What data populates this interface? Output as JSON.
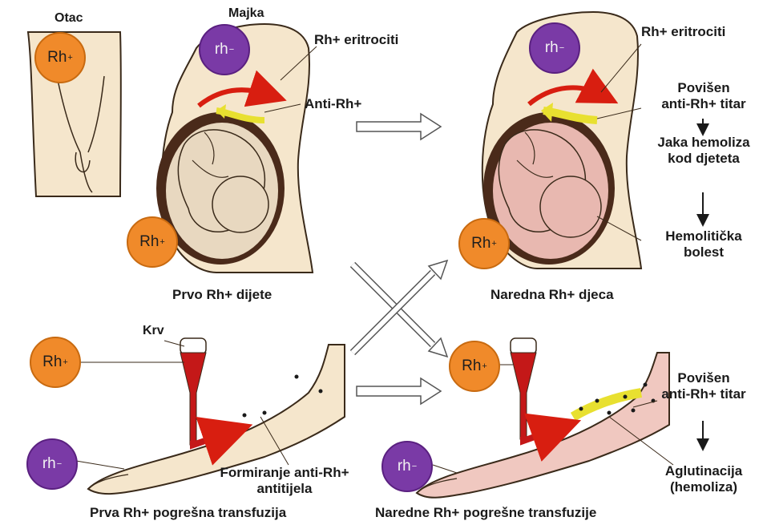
{
  "labels": {
    "father": "Otac",
    "mother": "Majka",
    "rh_pos_erythrocytes_1": "Rh+ eritrociti",
    "anti_rh": "Anti-Rh+",
    "first_child": "Prvo Rh+ dijete",
    "rh_pos_erythrocytes_2": "Rh+ eritrociti",
    "elevated_titer_1_l1": "Povišen",
    "elevated_titer_1_l2": "anti-Rh+ titar",
    "hemolysis_l1": "Jaka hemoliza",
    "hemolysis_l2": "kod djeteta",
    "hemolytic_l1": "Hemolitička",
    "hemolytic_l2": "bolest",
    "next_children": "Naredna Rh+ djeca",
    "blood": "Krv",
    "antibody_l1": "Formiranje anti-Rh+",
    "antibody_l2": "antitijela",
    "first_transfusion": "Prva Rh+ pogrešna transfuzija",
    "elevated_titer_2_l1": "Povišen",
    "elevated_titer_2_l2": "anti-Rh+ titar",
    "agglutination_l1": "Aglutinacija",
    "agglutination_l2": "(hemoliza)",
    "next_transfusions": "Naredne Rh+ pogrešne transfuzije"
  },
  "circles": {
    "rh_pos": "Rh",
    "rh_neg": "rh",
    "plus": "+",
    "minus": "−"
  },
  "colors": {
    "skin": "#f5e6cc",
    "skin_inflamed": "#f0c8c0",
    "fetus": "#e8d8c0",
    "fetus_inflamed": "#e8b8b0",
    "outline": "#3a2a1a",
    "womb": "#4a2a1a",
    "red_arrow": "#d81e10",
    "yellow_arrow": "#e8e030",
    "blood": "#c41818",
    "orange": "#f08a2a",
    "purple": "#7a3aa6"
  }
}
